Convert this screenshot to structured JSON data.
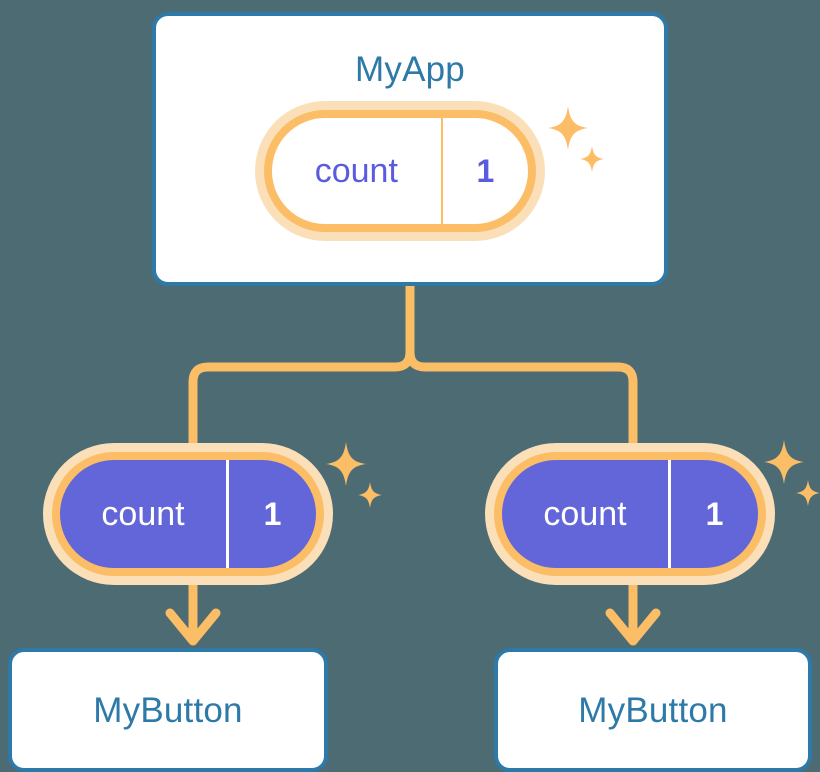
{
  "diagram": {
    "title_text": "MyApp",
    "background_color": "#4d6b73",
    "accent_blue": "#2d79a8",
    "accent_orange": "#fbbe66",
    "accent_orange_soft": "#fbdfb8",
    "accent_purple": "#6366d8",
    "state_text_color_light": "#5b5be0",
    "state_text_color_solid": "#ffffff"
  },
  "root": {
    "component_label": "MyApp",
    "state": {
      "key": "count",
      "value": "1"
    },
    "sparkle_icon": "sparkle-icon"
  },
  "children": [
    {
      "component_label": "MyButton",
      "state": {
        "key": "count",
        "value": "1"
      },
      "sparkle_icon": "sparkle-icon"
    },
    {
      "component_label": "MyButton",
      "state": {
        "key": "count",
        "value": "1"
      },
      "sparkle_icon": "sparkle-icon"
    }
  ],
  "connectors": {
    "branch_icon": "branch-connector-icon",
    "arrow_icon": "down-arrow-icon"
  }
}
